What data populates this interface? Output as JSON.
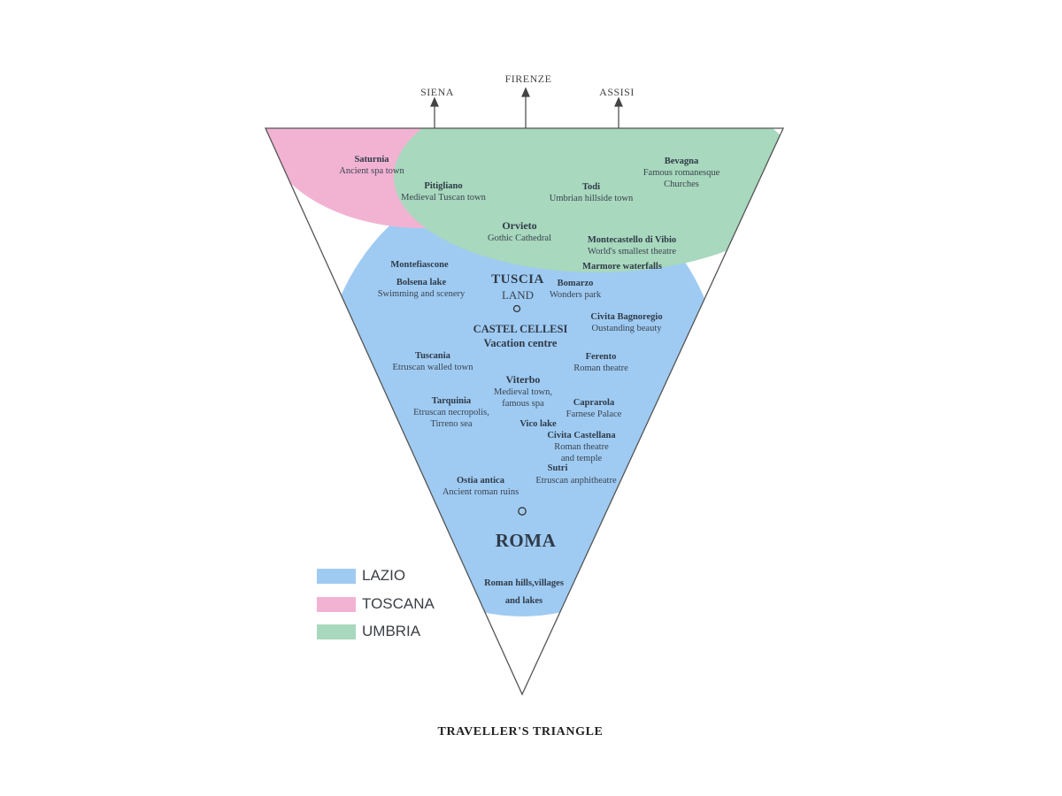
{
  "arrows": {
    "siena": "SIENA",
    "firenze": "FIRENZE",
    "assisi": "ASSISI"
  },
  "regions": {
    "toscana_color": "#f2b3d3",
    "umbria_color": "#a8d8bd",
    "lazio_color": "#9fcbf2"
  },
  "places": {
    "saturnia": {
      "name": "Saturnia",
      "desc": "Ancient spa town"
    },
    "pitigliano": {
      "name": "Pitigliano",
      "desc": "Medieval Tuscan town"
    },
    "todi": {
      "name": "Todi",
      "desc": "Umbrian hillside town"
    },
    "bevagna": {
      "name": "Bevagna",
      "desc1": "Famous romanesque",
      "desc2": "Churches"
    },
    "orvieto": {
      "name": "Orvieto",
      "desc": "Gothic Cathedral"
    },
    "montecastello": {
      "name": "Montecastello di Vibio",
      "desc": "World's smallest theatre"
    },
    "marmore": {
      "name": "Marmore waterfalls"
    },
    "montefiascone": {
      "name": "Montefiascone"
    },
    "bolsena": {
      "name": "Bolsena lake",
      "desc": "Swimming and scenery"
    },
    "tuscia": {
      "name": "TUSCIA",
      "desc": "LAND"
    },
    "bomarzo": {
      "name": "Bomarzo",
      "desc": "Wonders park"
    },
    "civita_bagnoregio": {
      "name": "Civita Bagnoregio",
      "desc": "Oustanding beauty"
    },
    "castel_cellesi": {
      "name1": "CASTEL CELLESI",
      "name2": "Vacation centre"
    },
    "tuscania": {
      "name": "Tuscania",
      "desc": "Etruscan walled town"
    },
    "ferento": {
      "name": "Ferento",
      "desc": "Roman theatre"
    },
    "viterbo": {
      "name": "Viterbo",
      "desc1": "Medieval town,",
      "desc2": "famous spa"
    },
    "tarquinia": {
      "name": "Tarquinia",
      "desc1": "Etruscan  necropolis,",
      "desc2": "Tirreno sea"
    },
    "caprarola": {
      "name": "Caprarola",
      "desc": "Farnese Palace"
    },
    "vico": {
      "name": "Vico lake"
    },
    "civita_castellana": {
      "name": "Civita Castellana",
      "desc1": "Roman theatre",
      "desc2": "and temple"
    },
    "sutri": {
      "name": "Sutri",
      "desc": "Etruscan anphitheatre"
    },
    "ostia": {
      "name": "Ostia antica",
      "desc": "Ancient roman ruins"
    },
    "roma": {
      "name": "ROMA",
      "desc1": "Roman hills,villages",
      "desc2": "and lakes"
    }
  },
  "legend": [
    {
      "label": "LAZIO",
      "color": "#9fcbf2"
    },
    {
      "label": "TOSCANA",
      "color": "#f2b3d3"
    },
    {
      "label": "UMBRIA",
      "color": "#a8d8bd"
    }
  ],
  "footer": {
    "title": "TRAVELLER'S  TRIANGLE"
  }
}
